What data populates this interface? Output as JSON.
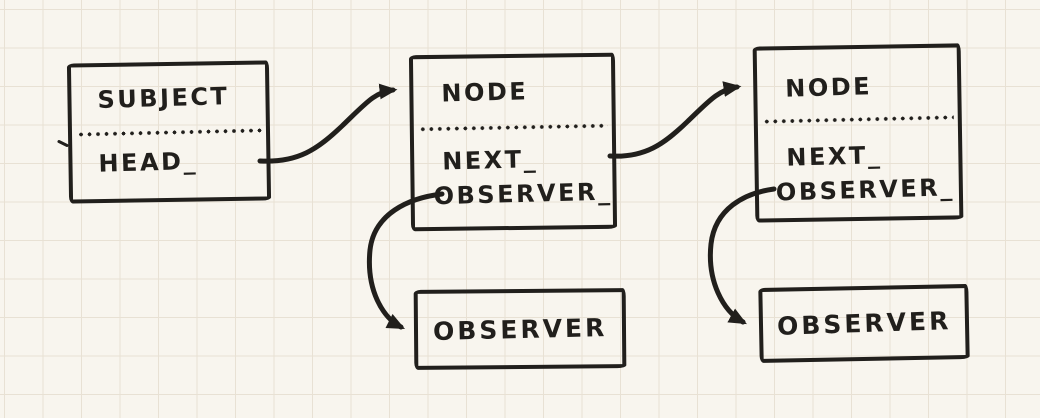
{
  "colors": {
    "ink": "#211f1c",
    "paper": "#f8f5ee",
    "grid": "#e8e1d4"
  },
  "subject": {
    "title": "SUBJECT",
    "head_field": "HEAD_"
  },
  "node1": {
    "title": "NODE",
    "next_field": "NEXT_",
    "observer_field": "OBSERVER_"
  },
  "node2": {
    "title": "NODE",
    "next_field": "NEXT_",
    "observer_field": "OBSERVER_"
  },
  "observer1": {
    "label": "OBSERVER"
  },
  "observer2": {
    "label": "OBSERVER"
  },
  "arrows": [
    {
      "from": "subject.HEAD_",
      "to": "node1"
    },
    {
      "from": "node1.NEXT_",
      "to": "node2"
    },
    {
      "from": "node1.OBSERVER_",
      "to": "observer1"
    },
    {
      "from": "node2.OBSERVER_",
      "to": "observer2"
    }
  ]
}
